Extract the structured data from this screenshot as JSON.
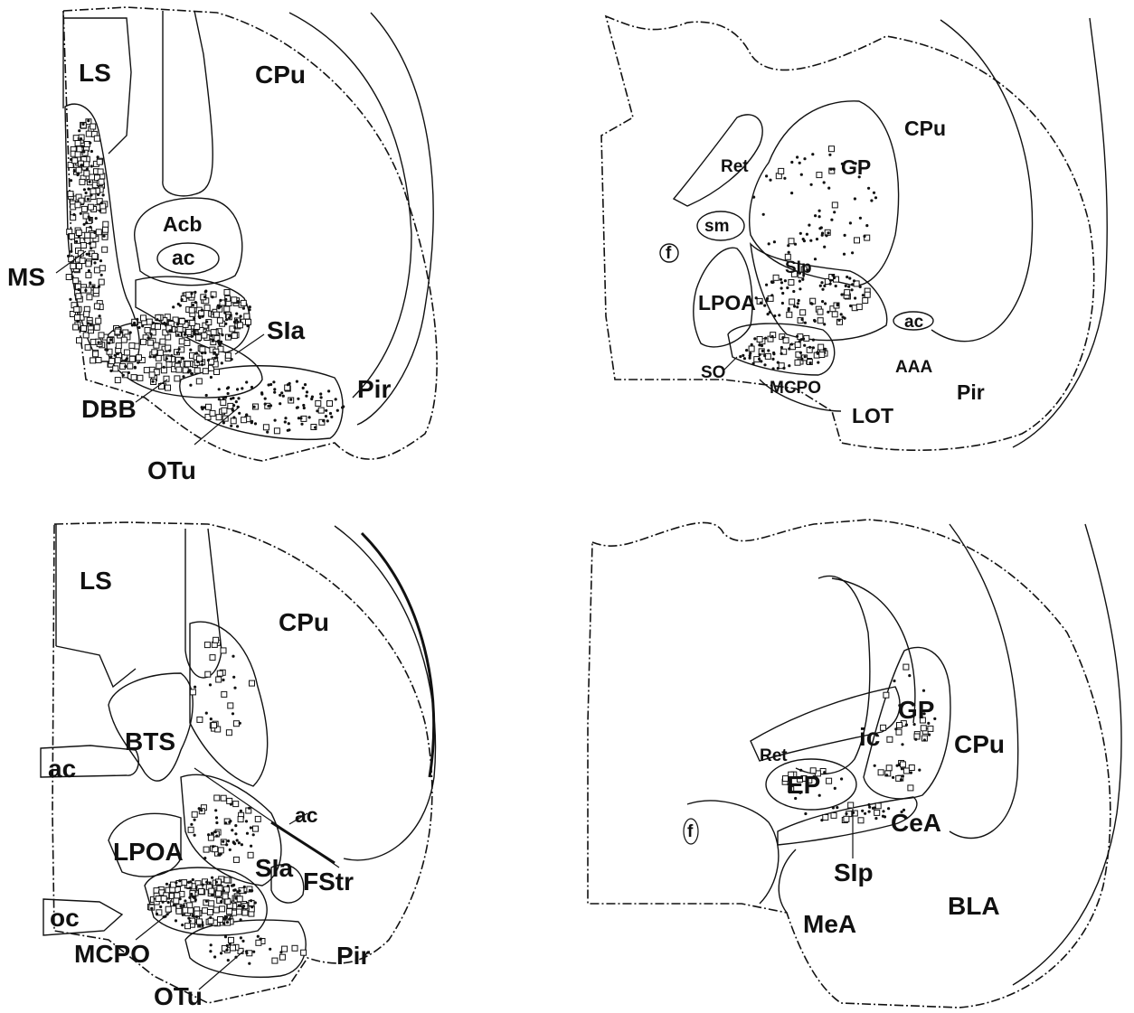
{
  "panels": [
    {
      "id": "top-left",
      "labels": [
        "LS",
        "CPu",
        "Acb",
        "ac",
        "MS",
        "SIa",
        "DBB",
        "Pir",
        "OTu"
      ]
    },
    {
      "id": "top-right",
      "labels": [
        "CPu",
        "GP",
        "Ret",
        "sm",
        "f",
        "SIp",
        "LPOA",
        "ac",
        "SO",
        "AAA",
        "MCPO",
        "Pir",
        "LOT"
      ]
    },
    {
      "id": "bottom-left",
      "labels": [
        "LS",
        "CPu",
        "BTS",
        "ac",
        "ac",
        "LPOA",
        "SIa",
        "FStr",
        "oc",
        "MCPO",
        "Pir",
        "OTu"
      ]
    },
    {
      "id": "bottom-right",
      "labels": [
        "GP",
        "ic",
        "CPu",
        "Ret",
        "EP",
        "CeA",
        "SIp",
        "BLA",
        "MeA",
        "f"
      ]
    }
  ],
  "legend": {
    "open_square": "open-square-marker",
    "filled_dot": "filled-dot-marker"
  }
}
